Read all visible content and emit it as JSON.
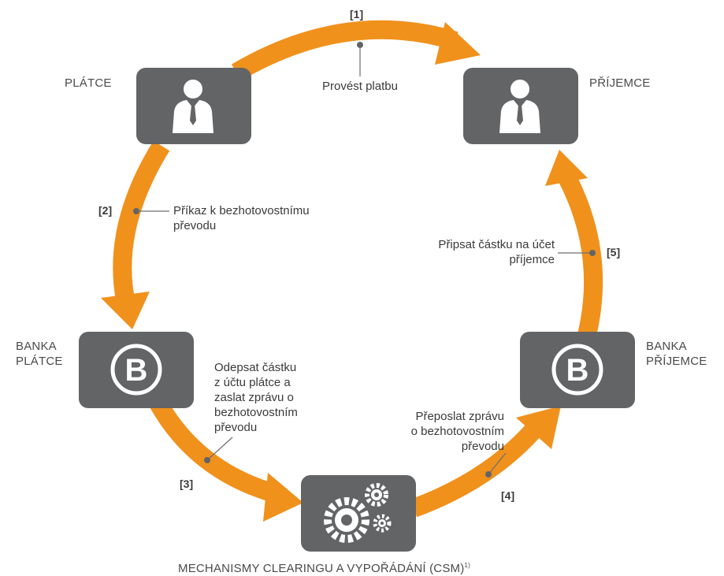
{
  "colors": {
    "arrow": "#f0911c",
    "box": "#636466",
    "icon": "#ffffff",
    "leader": "#6e6e6e"
  },
  "nodes": {
    "payer": {
      "label": "PLÁTCE",
      "icon": "person-icon"
    },
    "payee": {
      "label": "PŘÍJEMCE",
      "icon": "person-icon"
    },
    "payer_bank": {
      "label_lines": [
        "BANKA",
        "PLÁTCE"
      ],
      "icon": "bank-b-icon",
      "letter": "B"
    },
    "payee_bank": {
      "label_lines": [
        "BANKA",
        "PŘÍJEMCE"
      ],
      "icon": "bank-b-icon",
      "letter": "B"
    },
    "csm": {
      "label": "MECHANISMY CLEARINGU A VYPOŘÁDÁNÍ (CSM)",
      "footnote": "1)",
      "icon": "gears-icon"
    }
  },
  "steps": [
    {
      "number": "[1]",
      "lines": [
        "Provést platbu"
      ]
    },
    {
      "number": "[2]",
      "lines": [
        "Příkaz k bezhotovostnímu",
        "převodu"
      ]
    },
    {
      "number": "[3]",
      "lines": [
        "Odepsat částku",
        "z účtu plátce a",
        "zaslat zprávu o",
        "bezhotovostním",
        "převodu"
      ]
    },
    {
      "number": "[4]",
      "lines": [
        "Přeposlat zprávu",
        "o bezhotovostním",
        "převodu"
      ]
    },
    {
      "number": "[5]",
      "lines": [
        "Připsat částku na účet",
        "příjemce"
      ]
    }
  ]
}
